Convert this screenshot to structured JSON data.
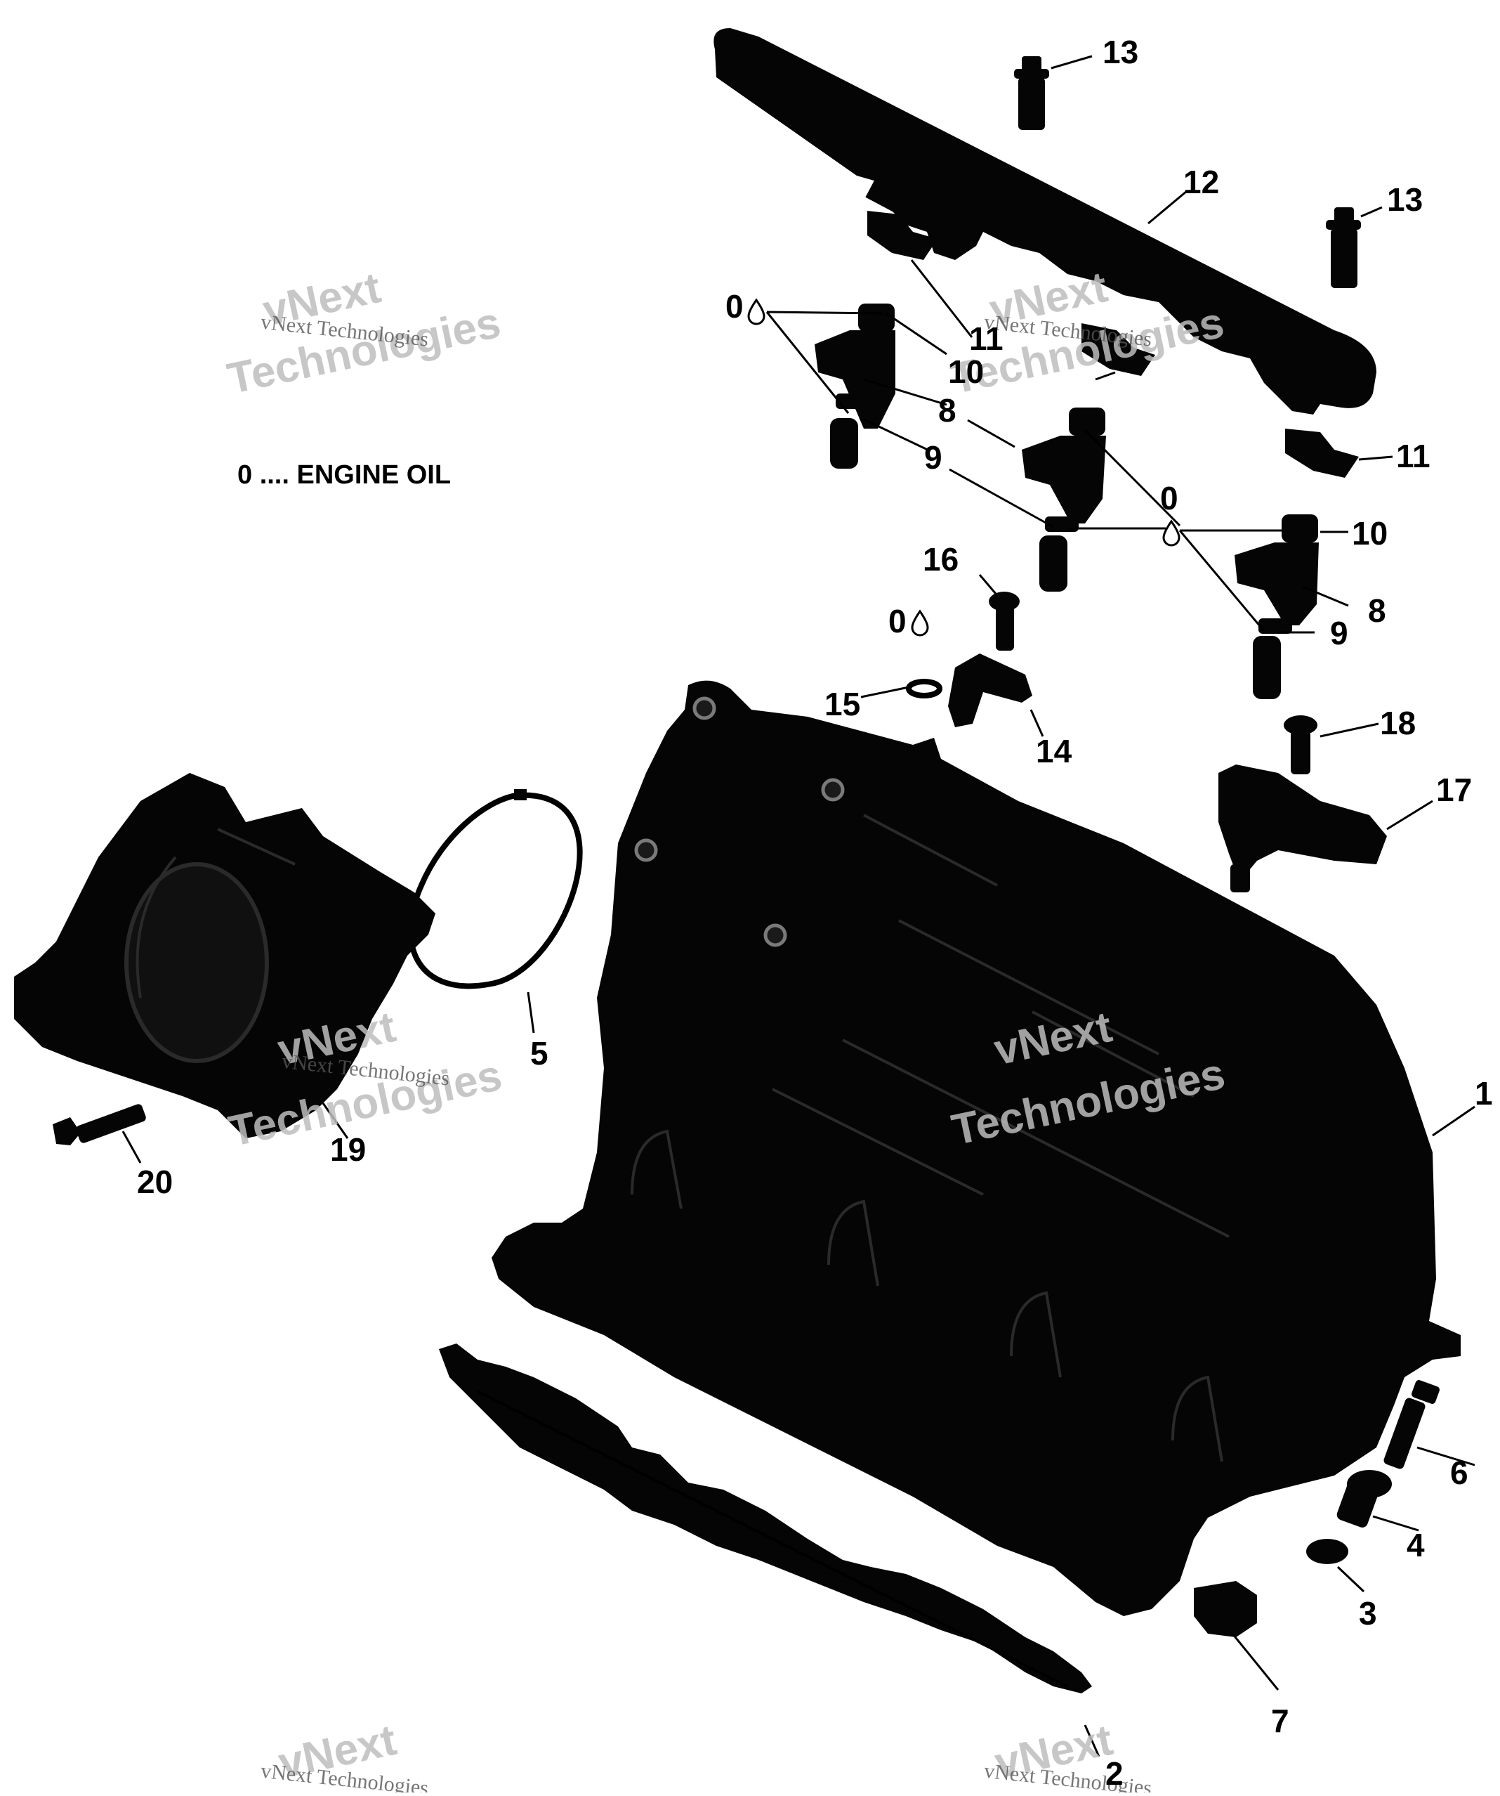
{
  "legend": {
    "text": "0 .... ENGINE OIL"
  },
  "watermark": {
    "line1": "vNext",
    "line2": "Technologies",
    "small": "vNext Technologies"
  },
  "callouts": [
    {
      "id": "c1",
      "label": "1"
    },
    {
      "id": "c2",
      "label": "2"
    },
    {
      "id": "c3",
      "label": "3"
    },
    {
      "id": "c4",
      "label": "4"
    },
    {
      "id": "c5",
      "label": "5"
    },
    {
      "id": "c6",
      "label": "6"
    },
    {
      "id": "c7",
      "label": "7"
    },
    {
      "id": "c8a",
      "label": "8"
    },
    {
      "id": "c8b",
      "label": "8"
    },
    {
      "id": "c9a",
      "label": "9"
    },
    {
      "id": "c9b",
      "label": "9"
    },
    {
      "id": "c10a",
      "label": "10"
    },
    {
      "id": "c10b",
      "label": "10"
    },
    {
      "id": "c11a",
      "label": "11"
    },
    {
      "id": "c11b",
      "label": "11"
    },
    {
      "id": "c12",
      "label": "12"
    },
    {
      "id": "c13a",
      "label": "13"
    },
    {
      "id": "c13b",
      "label": "13"
    },
    {
      "id": "c14",
      "label": "14"
    },
    {
      "id": "c15",
      "label": "15"
    },
    {
      "id": "c16",
      "label": "16"
    },
    {
      "id": "c17",
      "label": "17"
    },
    {
      "id": "c18",
      "label": "18"
    },
    {
      "id": "c19",
      "label": "19"
    },
    {
      "id": "c20",
      "label": "20"
    }
  ],
  "oil_marks": [
    {
      "id": "o1",
      "label": "0"
    },
    {
      "id": "o2",
      "label": "0"
    },
    {
      "id": "o3",
      "label": "0"
    }
  ],
  "colors": {
    "part": "#050505",
    "watermark": "#bdbdbd",
    "background": "#ffffff"
  }
}
